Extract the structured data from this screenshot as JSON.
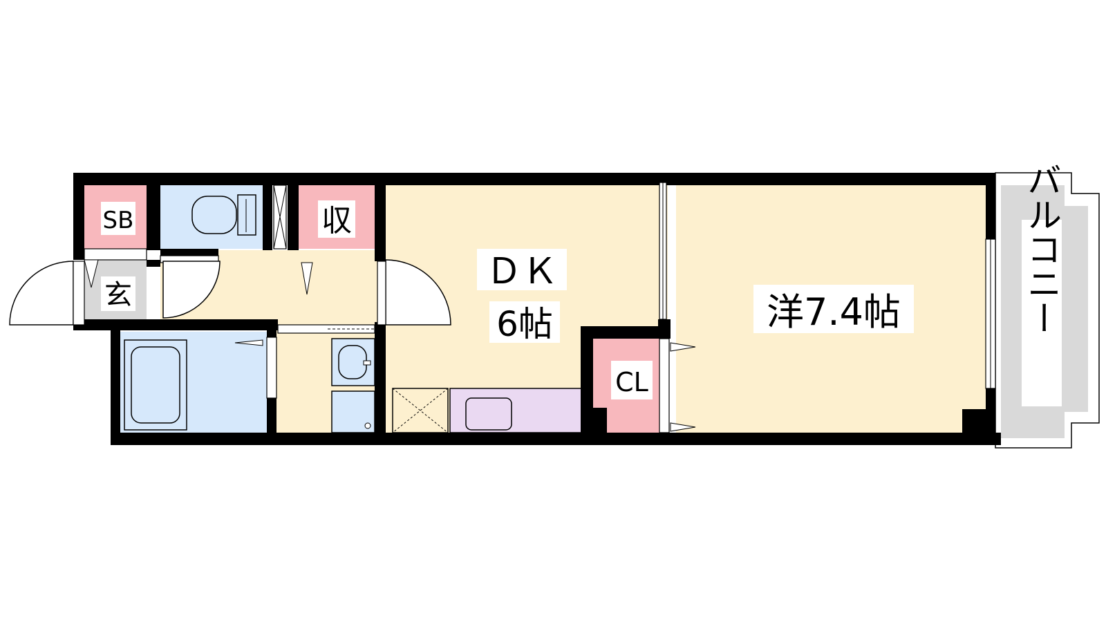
{
  "floorplan": {
    "rooms": {
      "shoe_box": {
        "label": "SB"
      },
      "entrance": {
        "label": "玄"
      },
      "storage": {
        "label": "収"
      },
      "dining_kitchen": {
        "label": "ＤＫ",
        "size": "6帖"
      },
      "western_room": {
        "label": "洋7.4帖"
      },
      "closet": {
        "label": "CL"
      },
      "balcony": {
        "label": "バルコニー"
      }
    },
    "colors": {
      "wall": "#000000",
      "floor": "#fdf0cf",
      "wet_area": "#d6e8fb",
      "storage": "#f8b8bd",
      "kitchen": "#ead9f2",
      "entrance": "#d8d8d8",
      "balcony": "#d9d9d9"
    }
  }
}
